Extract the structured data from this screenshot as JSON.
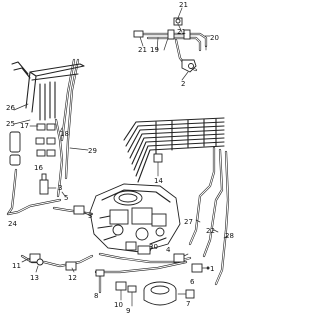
{
  "diagram": {
    "callouts": [
      {
        "id": "c21a",
        "text": "21"
      },
      {
        "id": "c21b",
        "text": "21"
      },
      {
        "id": "c21c",
        "text": "21"
      },
      {
        "id": "c19",
        "text": "19"
      },
      {
        "id": "c20",
        "text": "20"
      },
      {
        "id": "c2a",
        "text": "2"
      },
      {
        "id": "c26",
        "text": "26"
      },
      {
        "id": "c25",
        "text": "25"
      },
      {
        "id": "c17",
        "text": "17"
      },
      {
        "id": "c16",
        "text": "16"
      },
      {
        "id": "c18",
        "text": "18"
      },
      {
        "id": "c29",
        "text": "29"
      },
      {
        "id": "c14",
        "text": "14"
      },
      {
        "id": "c3a",
        "text": "3"
      },
      {
        "id": "c5",
        "text": "5"
      },
      {
        "id": "c3b",
        "text": "3"
      },
      {
        "id": "c24",
        "text": "24"
      },
      {
        "id": "c27",
        "text": "27"
      },
      {
        "id": "c22",
        "text": "22"
      },
      {
        "id": "c28",
        "text": "28"
      },
      {
        "id": "c30",
        "text": "30"
      },
      {
        "id": "c4",
        "text": "4"
      },
      {
        "id": "c1",
        "text": "1"
      },
      {
        "id": "c11",
        "text": "11"
      },
      {
        "id": "c13",
        "text": "13"
      },
      {
        "id": "c12",
        "text": "12"
      },
      {
        "id": "c8",
        "text": "8"
      },
      {
        "id": "c10",
        "text": "10"
      },
      {
        "id": "c9",
        "text": "9"
      },
      {
        "id": "c6",
        "text": "6"
      },
      {
        "id": "c7",
        "text": "7"
      }
    ]
  }
}
